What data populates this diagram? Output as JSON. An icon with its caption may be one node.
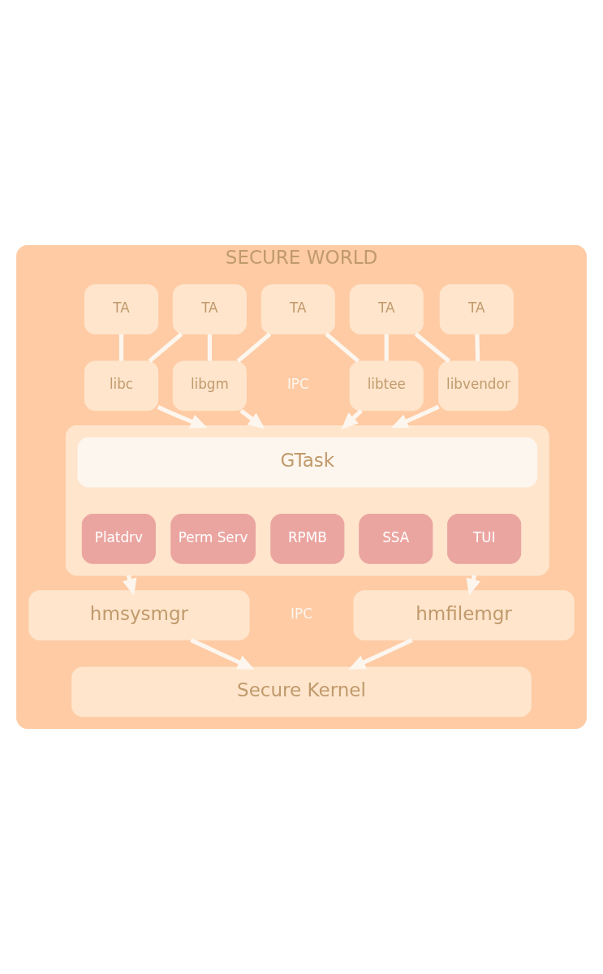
{
  "diagram": {
    "nodes": [
      {
        "text": [
          "SECURE WORLD"
        ]
      },
      {
        "text": [
          "TA"
        ],
        "in": 0
      },
      {
        "text": [
          "TA"
        ],
        "in": 0
      },
      {
        "text": [
          "TA"
        ],
        "in": 0
      },
      {
        "text": [
          "TA"
        ],
        "in": 0
      },
      {
        "text": [
          "TA"
        ],
        "in": 0
      },
      {
        "text": [
          "libc"
        ],
        "in": 0
      },
      {
        "text": [
          "libgm"
        ],
        "in": 0
      },
      {
        "text": [
          "libtee"
        ],
        "in": 0
      },
      {
        "text": [
          "libvendor"
        ],
        "in": 0
      },
      {
        "text": [],
        "shape": "box",
        "in": 0
      },
      {
        "text": [
          "GTask"
        ],
        "in": 10
      },
      {
        "text": [
          "Platdrv"
        ],
        "in": 10
      },
      {
        "text": [
          "Perm Serv"
        ],
        "in": 10
      },
      {
        "text": [
          "RPMB"
        ],
        "in": 10
      },
      {
        "text": [
          "SSA"
        ],
        "in": 10
      },
      {
        "text": [
          "TUI"
        ],
        "in": 10
      },
      {
        "text": [
          "hmsysmgr"
        ],
        "in": 0
      },
      {
        "text": [
          "hmfilemgr"
        ],
        "in": 0
      },
      {
        "text": [
          "Secure Kernel"
        ],
        "in": 0
      }
    ],
    "edges": [
      {
        "from": 1,
        "to": 6,
        "arrow": "none"
      },
      {
        "from": 2,
        "to": 6,
        "arrow": "none"
      },
      {
        "from": 2,
        "to": 7,
        "arrow": "none"
      },
      {
        "from": 3,
        "to": 7,
        "arrow": "none"
      },
      {
        "from": 3,
        "to": 8,
        "arrow": "none"
      },
      {
        "from": 4,
        "to": 8,
        "arrow": "none"
      },
      {
        "from": 4,
        "to": 9,
        "arrow": "none"
      },
      {
        "from": 5,
        "to": 9,
        "arrow": "none"
      },
      {
        "from": 6,
        "to": 10,
        "arrow": "to"
      },
      {
        "from": 7,
        "to": 10,
        "arrow": "to"
      },
      {
        "from": 8,
        "to": 10,
        "arrow": "to"
      },
      {
        "from": 9,
        "to": 10,
        "arrow": "to"
      },
      {
        "from": 10,
        "to": 17,
        "arrow": "to"
      },
      {
        "from": 10,
        "to": 18,
        "arrow": "to"
      },
      {
        "from": 17,
        "to": 19,
        "arrow": "to"
      },
      {
        "from": 18,
        "to": 19,
        "arrow": "to"
      }
    ],
    "labels": [
      "IPC",
      "IPC"
    ]
  }
}
